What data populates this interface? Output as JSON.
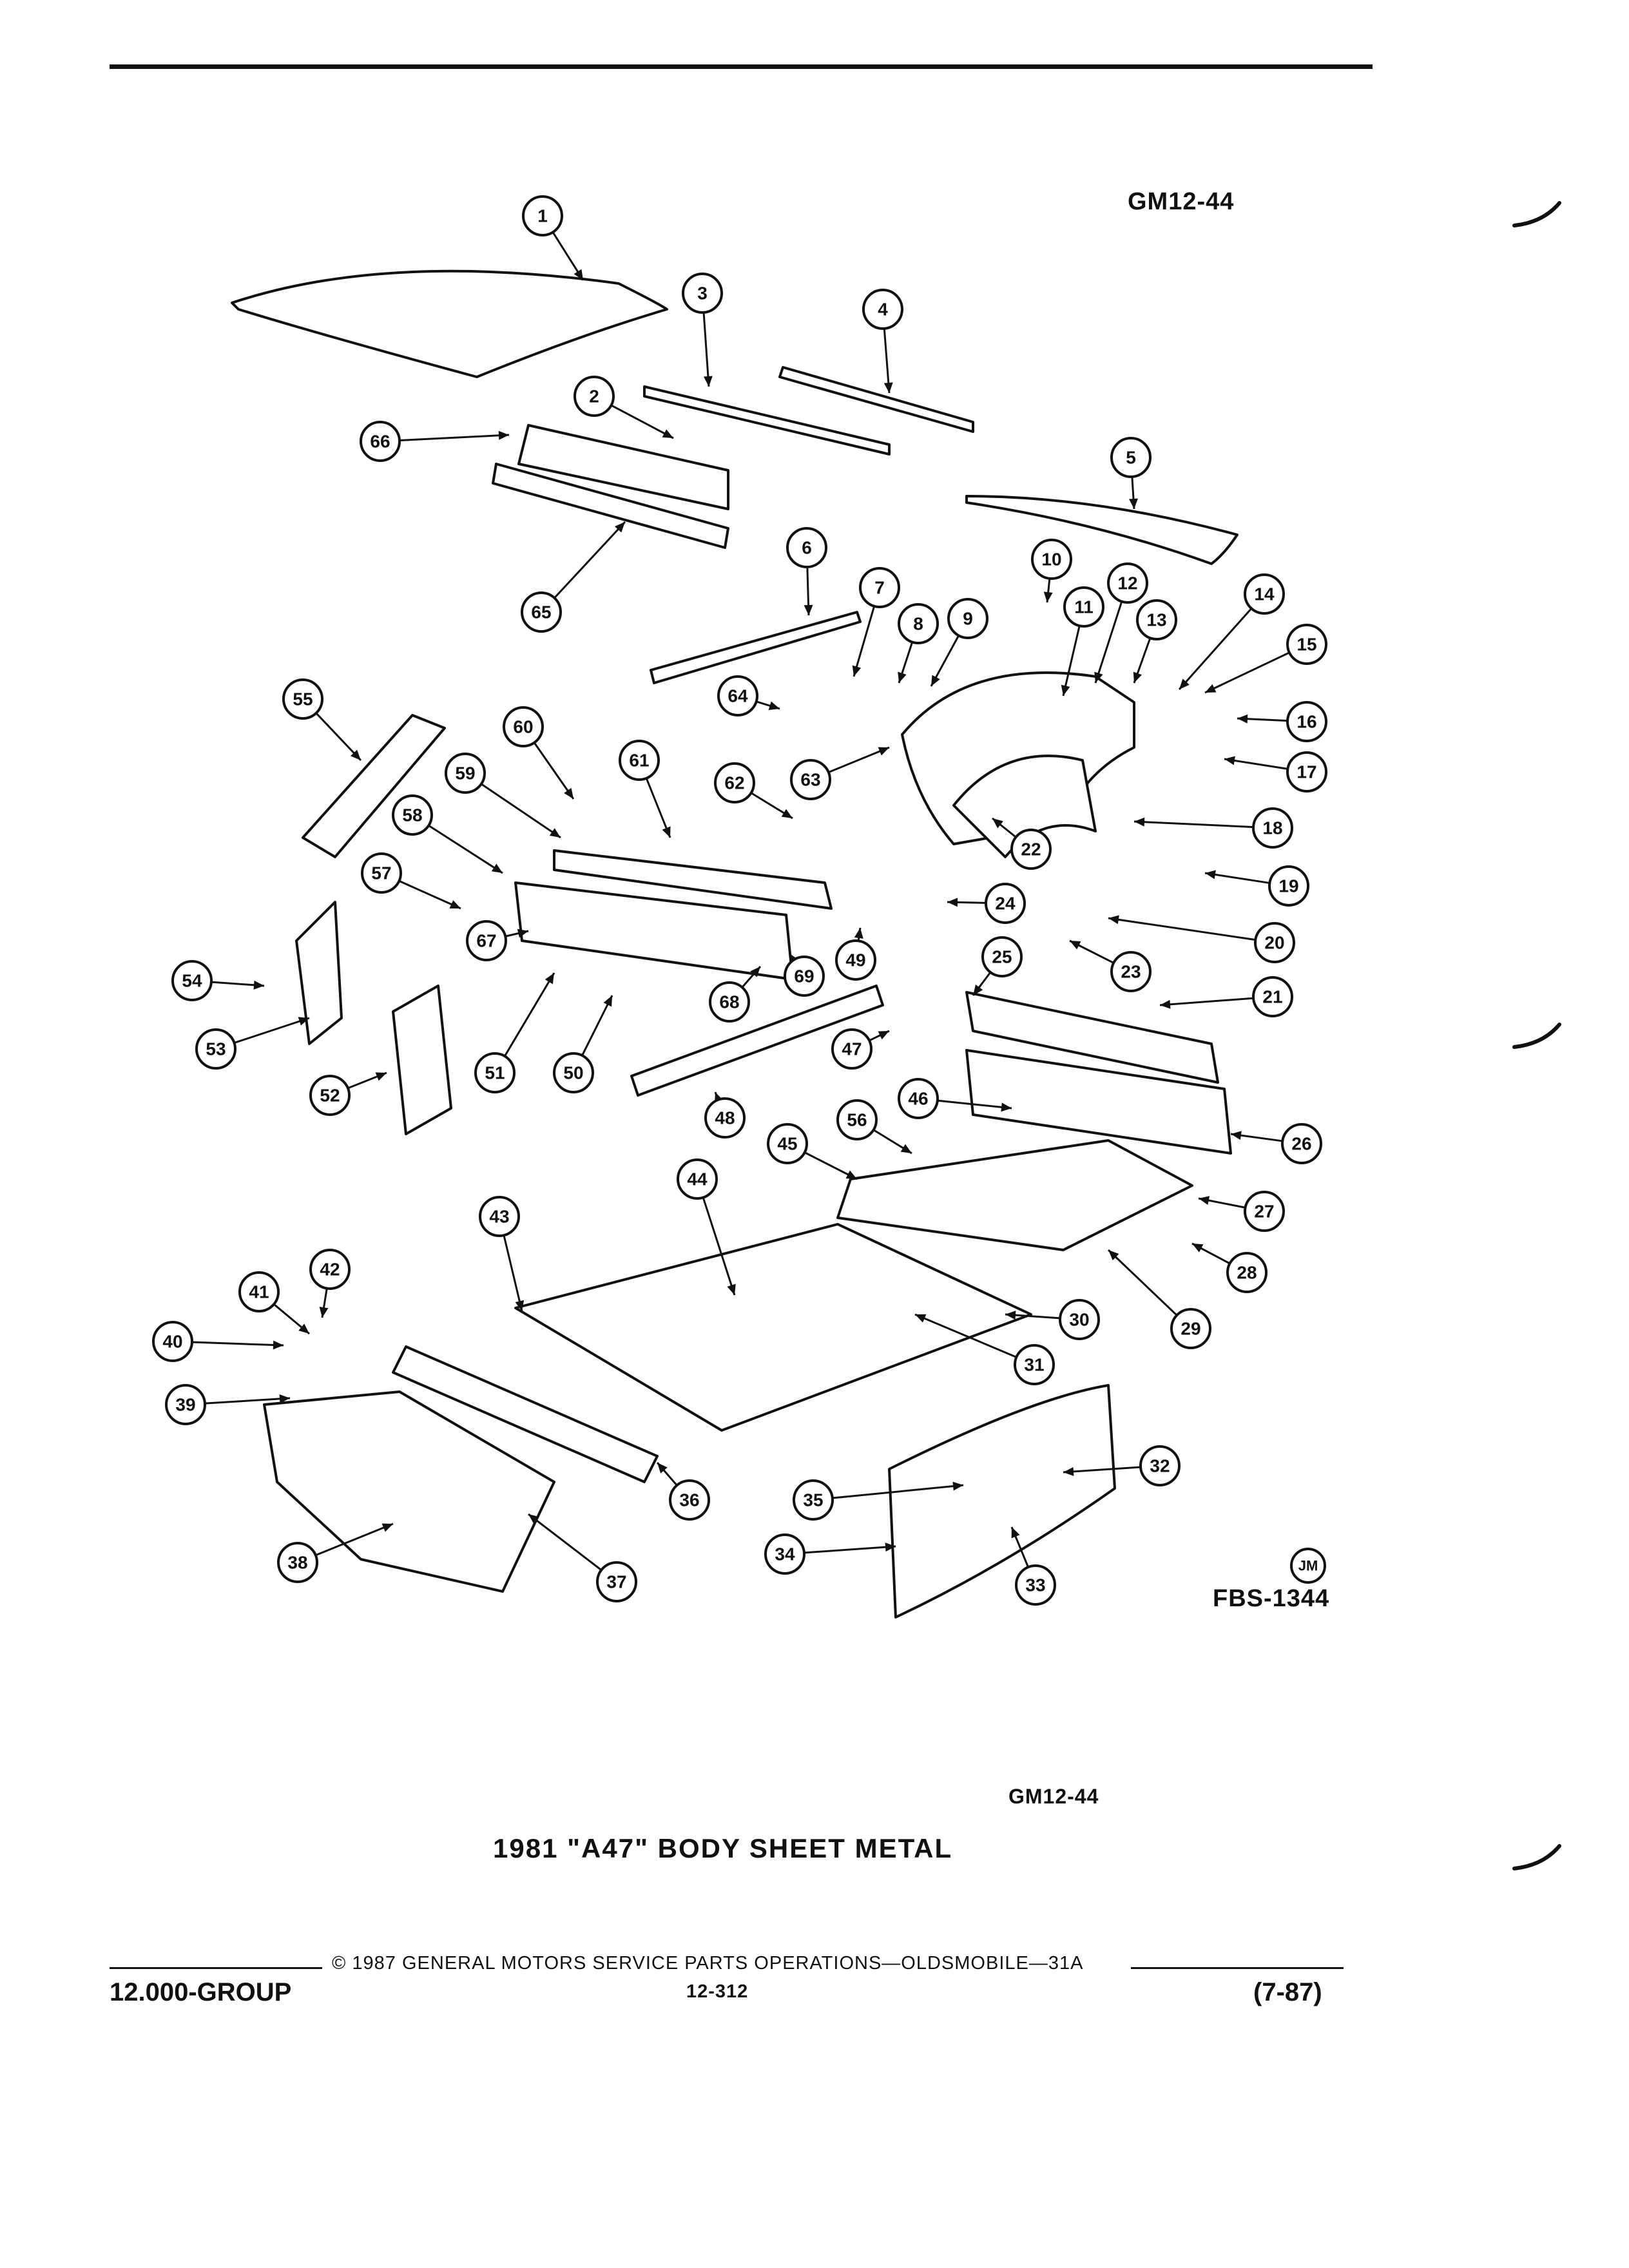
{
  "header": {
    "figure_code": "GM12-44"
  },
  "diagram": {
    "figure_ref": "FBS-1344",
    "artist_mark": "JM",
    "callouts": [
      "1",
      "2",
      "3",
      "4",
      "5",
      "6",
      "7",
      "8",
      "9",
      "10",
      "11",
      "12",
      "13",
      "14",
      "15",
      "16",
      "17",
      "18",
      "19",
      "20",
      "21",
      "22",
      "23",
      "24",
      "25",
      "26",
      "27",
      "28",
      "29",
      "30",
      "31",
      "32",
      "33",
      "34",
      "35",
      "36",
      "37",
      "38",
      "39",
      "40",
      "41",
      "42",
      "43",
      "44",
      "45",
      "46",
      "47",
      "48",
      "49",
      "50",
      "51",
      "52",
      "53",
      "54",
      "55",
      "56",
      "57",
      "58",
      "59",
      "60",
      "61",
      "62",
      "63",
      "64",
      "65",
      "66",
      "67",
      "68",
      "69"
    ]
  },
  "caption": {
    "figure_code": "GM12-44",
    "title": "1981 \"A47\" BODY SHEET METAL"
  },
  "footer": {
    "copyright": "© 1987 GENERAL MOTORS SERVICE PARTS OPERATIONS—OLDSMOBILE—31A",
    "group": "12.000-GROUP",
    "page": "12-312",
    "date": "(7-87)"
  }
}
